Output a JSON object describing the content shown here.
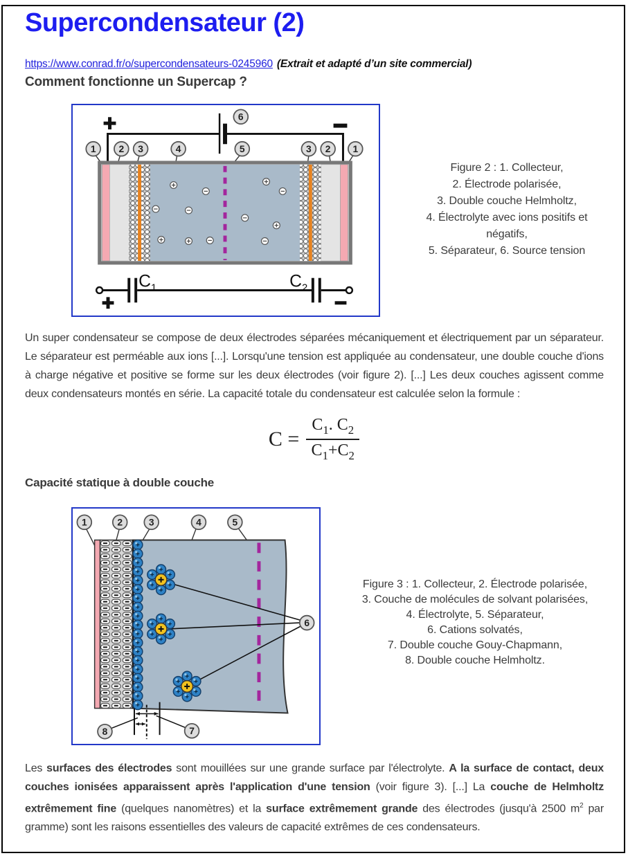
{
  "page": {
    "title": "Supercondensateur (2)",
    "link": "https://www.conrad.fr/o/supercondensateurs-0245960",
    "link_note": "(Extrait et adapté d’un site commercial)",
    "heading_main": "Comment fonctionne un Supercap ?",
    "heading_sub": "Capacité statique à double couche"
  },
  "colors": {
    "title_blue": "#1d1df0",
    "link_blue": "#2222dd",
    "figure_border_blue": "#2238c8",
    "collector_pink": "#f4a9b2",
    "electrode_gray": "#e4e4e4",
    "double_layer_orange": "#e8831f",
    "electrolyte_blue_gray": "#a9bac9",
    "separator_purple": "#a3269d",
    "solvent_blue": "#2e82c6",
    "cation_yellow": "#f2c11e"
  },
  "para1": "Un super condensateur se compose de deux électrodes séparées mécaniquement et électriquement par un séparateur. Le séparateur est perméable aux ions [...]. Lorsqu'une tension est appliquée au condensateur, une double couche d'ions à charge négative et positive se forme sur les deux électrodes (voir figure 2). [...] Les deux couches agissent comme deux condensateurs montés en série. La capacité totale du condensateur est calculée selon la formule :",
  "formula": {
    "lhs": "C =",
    "num": [
      {
        "t": "C"
      },
      {
        "t": "1",
        "sub": true
      },
      {
        "t": ". C"
      },
      {
        "t": "2",
        "sub": true
      }
    ],
    "den": [
      {
        "t": "C"
      },
      {
        "t": "1",
        "sub": true
      },
      {
        "t": "+C"
      },
      {
        "t": "2",
        "sub": true
      }
    ]
  },
  "para2": [
    {
      "t": "Les "
    },
    {
      "t": "surfaces des électrodes",
      "b": true
    },
    {
      "t": " sont mouillées sur une grande surface par l'électrolyte. "
    },
    {
      "t": "A la surface de contact, deux couches ionisées apparaissent après l'application d'une tension",
      "b": true
    },
    {
      "t": " (voir figure 3). [...] La "
    },
    {
      "t": "couche de Helmholtz extrêmement fine",
      "b": true
    },
    {
      "t": " (quelques nanomètres) et la "
    },
    {
      "t": "surface extrêmement grande",
      "b": true
    },
    {
      "t": " des électrodes (jusqu'à 2500 m"
    },
    {
      "t": "2",
      "sup": true
    },
    {
      "t": " par gramme) sont les raisons essentielles des valeurs de capacité extrêmes de ces condensateurs."
    }
  ],
  "fig2": {
    "caption_lines": [
      "Figure 2 : 1. Collecteur,",
      "2. Électrode polarisée,",
      "3. Double couche Helmholtz,",
      "4. Électrolyte avec ions positifs et",
      "négatifs,",
      "5. Séparateur, 6. Source tension"
    ],
    "balloons": [
      "1",
      "2",
      "3",
      "4",
      "5",
      "3",
      "2",
      "1"
    ],
    "source_balloon": "6",
    "c1": {
      "base": "C",
      "sub": "1"
    },
    "c2": {
      "base": "C",
      "sub": "2"
    }
  },
  "fig3": {
    "caption_lines": [
      "Figure 3 : 1. Collecteur, 2. Électrode polarisée,",
      "3. Couche de molécules de solvant polarisées,",
      "4. Électrolyte, 5. Séparateur,",
      "6. Cations solvatés,",
      "7. Double couche Gouy-Chapmann,",
      "8. Double couche Helmholtz."
    ],
    "balloons": [
      "1",
      "2",
      "3",
      "4",
      "5"
    ],
    "balloon6": "6",
    "balloon7": "7",
    "balloon8": "8"
  }
}
